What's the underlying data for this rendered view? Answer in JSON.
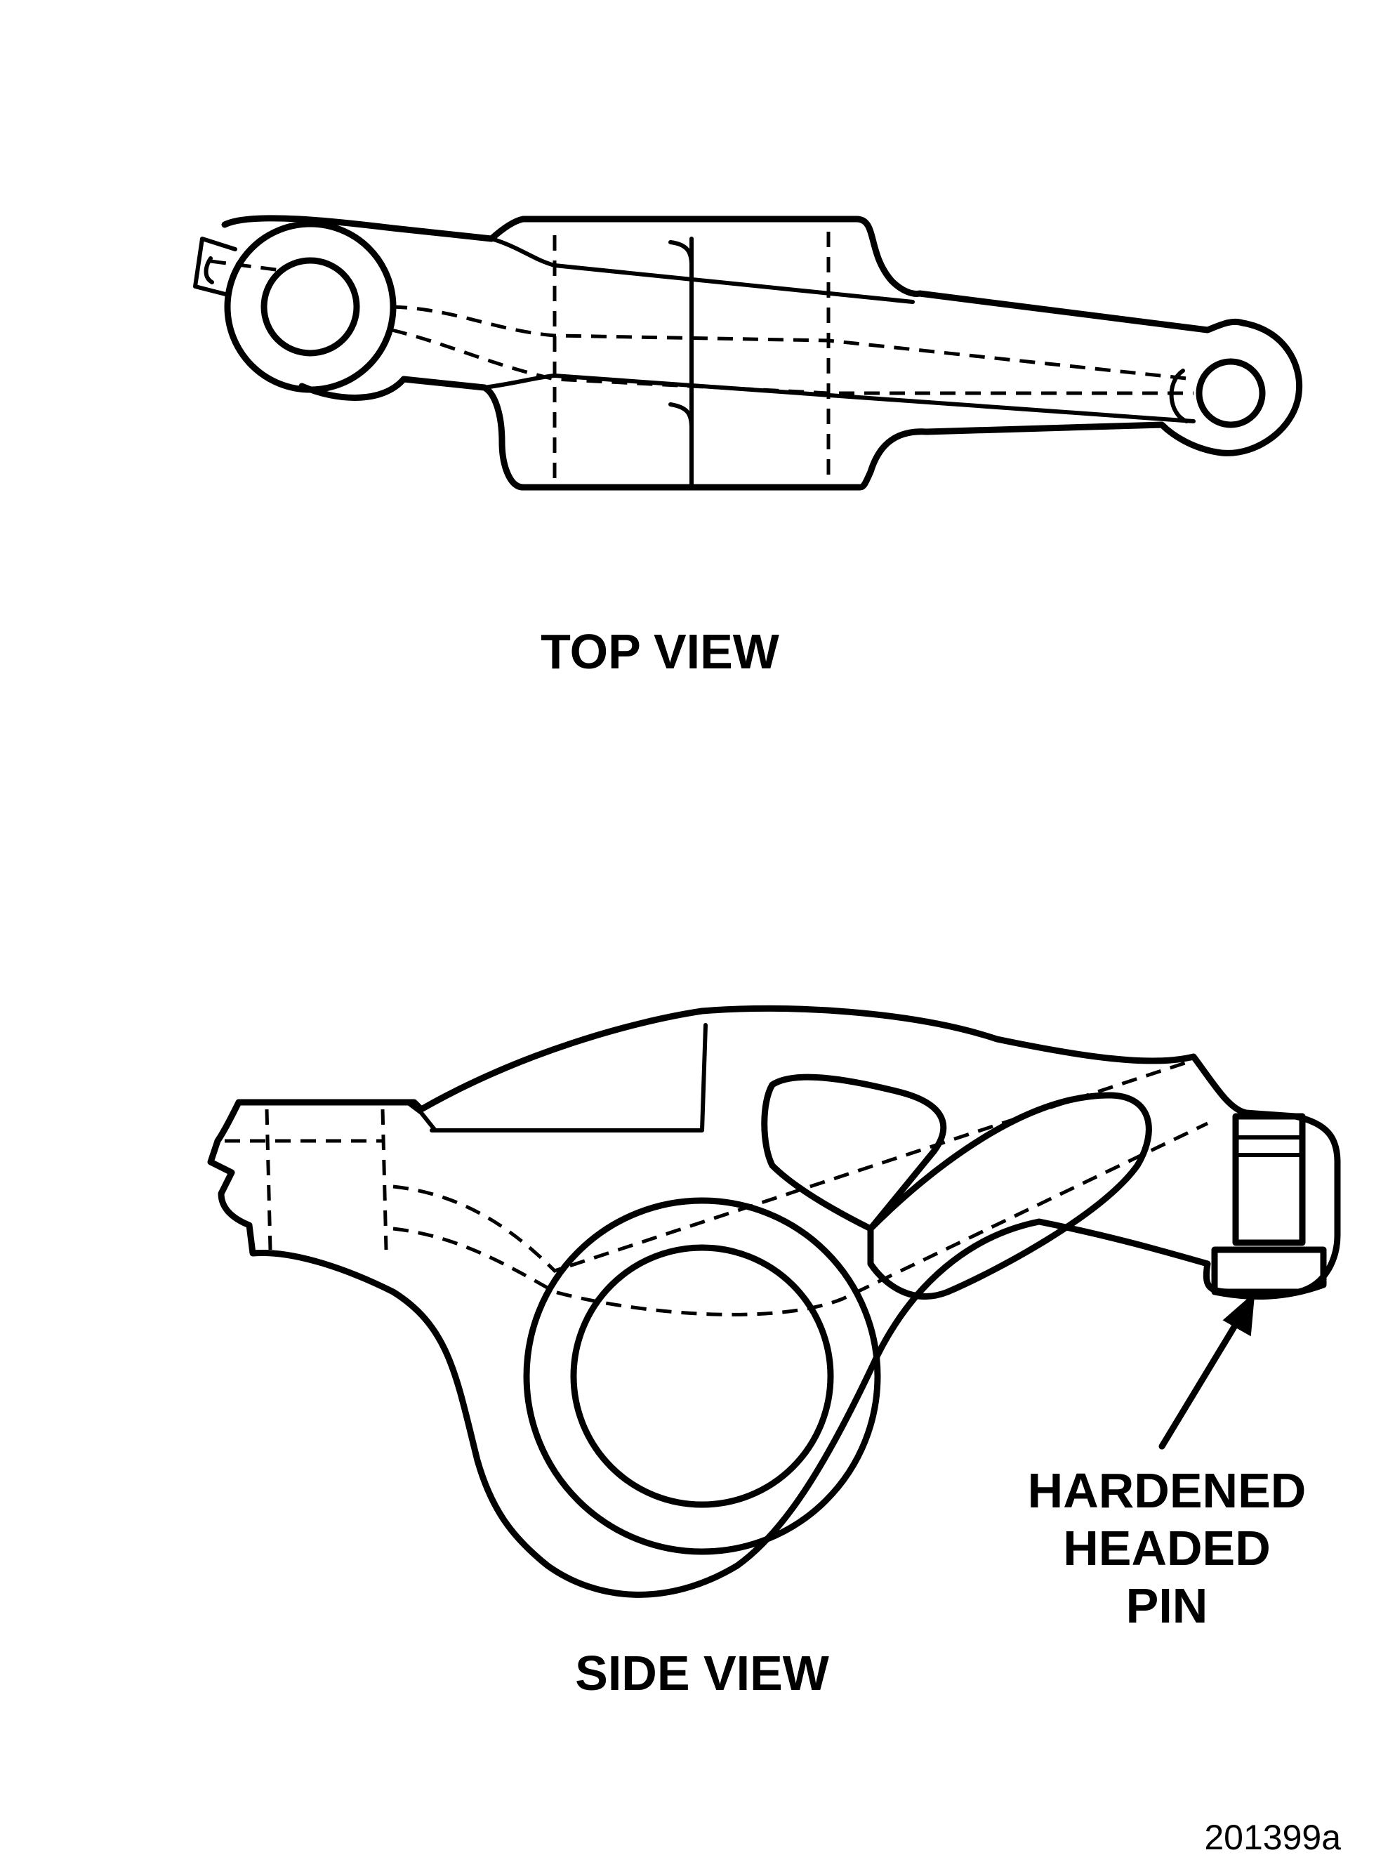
{
  "figure": {
    "top_view_caption": "TOP VIEW",
    "side_view_caption": "SIDE VIEW",
    "callout": {
      "lines": [
        "HARDENED",
        "HEADED",
        "PIN"
      ]
    },
    "figure_number": "201399a"
  },
  "colors": {
    "line": "#000000",
    "background": "#ffffff"
  }
}
